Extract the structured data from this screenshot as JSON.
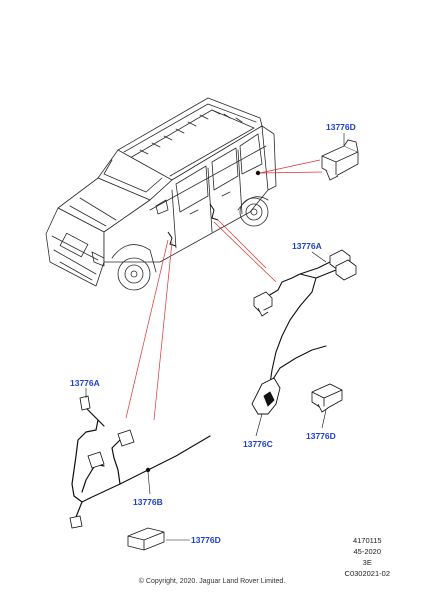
{
  "callouts": {
    "d_top": "13776D",
    "a_mid": "13776A",
    "a_left": "13776A",
    "c": "13776C",
    "d_right": "13776D",
    "b": "13776B",
    "d_bottom": "13776D"
  },
  "meta": {
    "line1": "4170115",
    "line2": "45-2020",
    "line3": "3E",
    "line4": "C0302021-02"
  },
  "copyright": "© Copyright, 2020. Jaguar Land Rover Limited.",
  "colors": {
    "callout": "#1f3fd0",
    "leader": "#e03030",
    "line": "#222222"
  }
}
